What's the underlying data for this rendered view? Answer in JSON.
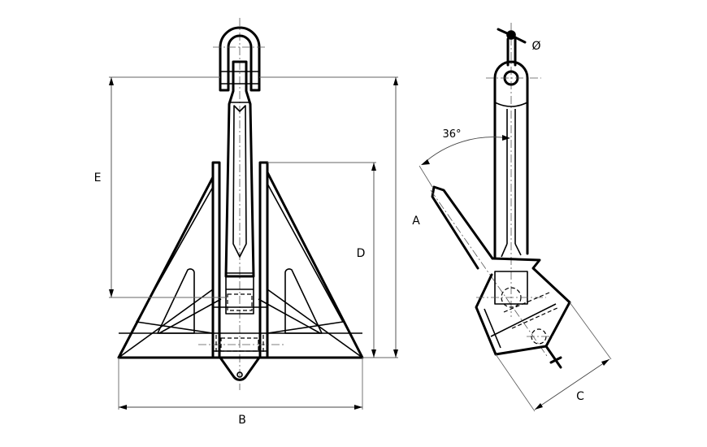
{
  "labels": {
    "a": "A",
    "b": "B",
    "c": "C",
    "d": "D",
    "e": "E",
    "diameter": "Ø",
    "angle": "36°"
  }
}
